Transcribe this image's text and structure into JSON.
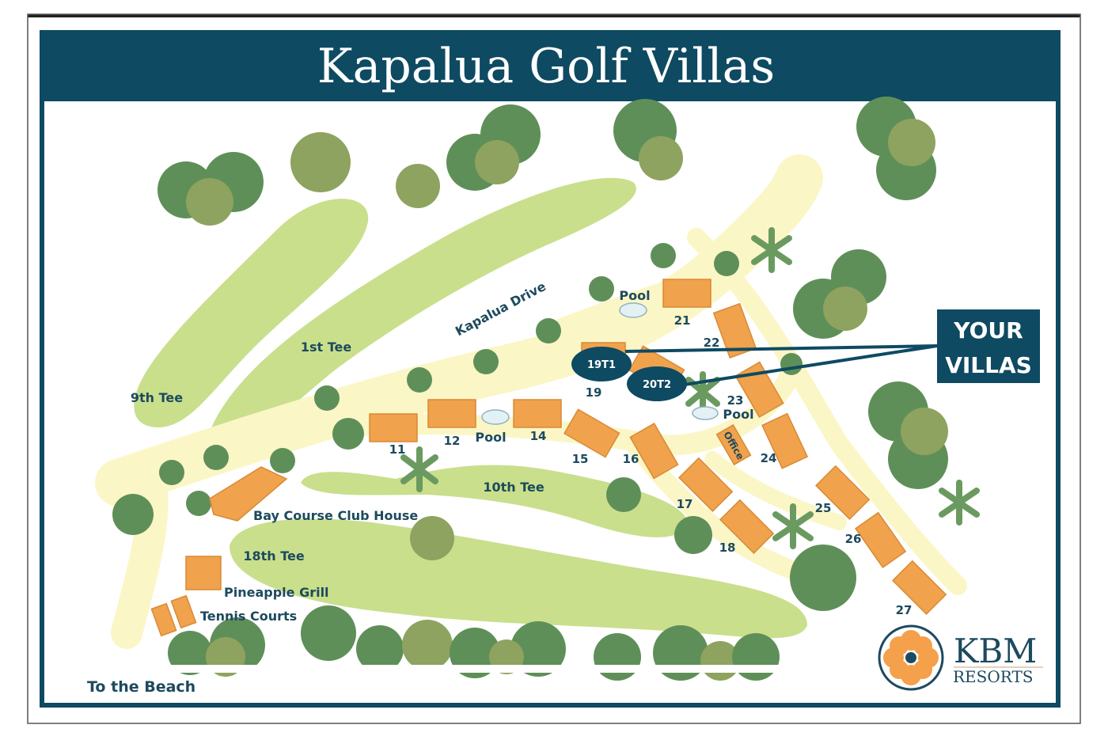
{
  "title": "Kapalua Golf Villas",
  "roads": {
    "kapalua_drive": "Kapalua Drive"
  },
  "places": {
    "tee_9": "9th Tee",
    "tee_1": "1st Tee",
    "tee_10": "10th Tee",
    "tee_18": "18th Tee",
    "club_house": "Bay Course Club House",
    "pineapple_grill": "Pineapple Grill",
    "tennis_courts": "Tennis Courts",
    "to_beach": "To the Beach",
    "pool_a": "Pool",
    "pool_b": "Pool",
    "pool_c": "Pool",
    "office": "Office"
  },
  "villas": {
    "v11": "11",
    "v12": "12",
    "v14": "14",
    "v15": "15",
    "v16": "16",
    "v17": "17",
    "v18": "18",
    "v19": "19",
    "v21": "21",
    "v22": "22",
    "v23": "23",
    "v24": "24",
    "v25": "25",
    "v26": "26",
    "v27": "27"
  },
  "markers": {
    "m1": "19T1",
    "m2": "20T2"
  },
  "callout": {
    "line1": "YOUR",
    "line2": "VILLAS"
  },
  "logo": {
    "brand": "KBM",
    "sub": "RESORTS"
  },
  "colors": {
    "navy": "#0e4a62",
    "fairway": "#c9df8c",
    "path": "#fbf6c6",
    "building": "#f0a24c",
    "tree": "#5f8f58"
  }
}
